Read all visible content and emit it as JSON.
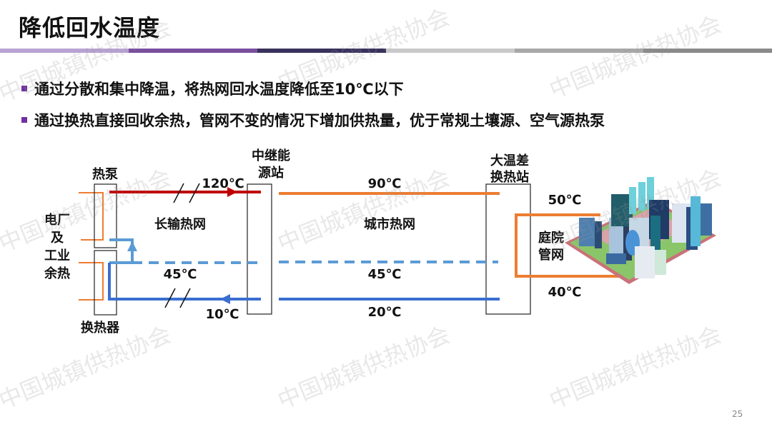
{
  "title": "降低回水温度",
  "bullets": [
    "通过分散和集中降温，将热网回水温度降低至10℃以下",
    "通过换热直接回收余热，管网不变的情况下增加供热量，优于常规土壤源、空气源热泵"
  ],
  "colors": {
    "accent": "#7030a0",
    "supply": "#c00000",
    "return": "#3a6fd0",
    "branch": "#5b9bd5",
    "city": "#ed7d31"
  },
  "diagram": {
    "heat_pump": "热泵",
    "heat_exchanger": "换热器",
    "source": [
      "电厂",
      "及",
      "工业",
      "余热"
    ],
    "relay_station": [
      "中继能",
      "源站"
    ],
    "big_temp_station": [
      "大温差",
      "换热站"
    ],
    "long_network": "长输热网",
    "city_network": "城市热网",
    "courtyard": [
      "庭院",
      "管网"
    ],
    "temps": {
      "long_supply": "120℃",
      "long_mid": "45℃",
      "long_return": "10℃",
      "city_supply": "90℃",
      "city_mid": "45℃",
      "city_return": "20℃",
      "yard_supply": "50℃",
      "yard_return": "40℃"
    }
  },
  "watermark": "中国城镇供热协会",
  "page_number": "25"
}
